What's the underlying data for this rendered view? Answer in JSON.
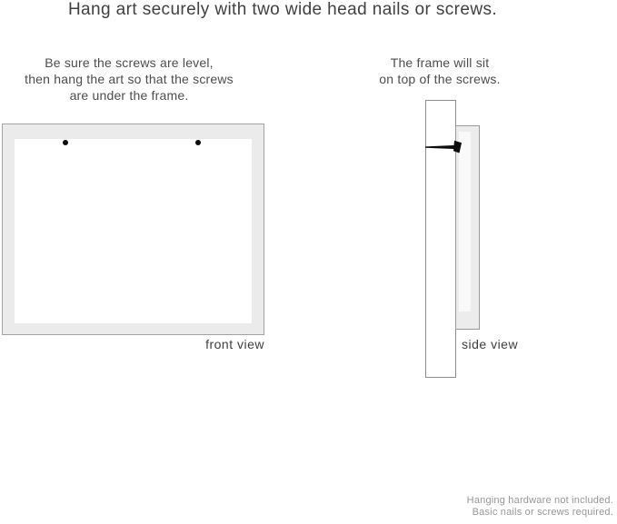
{
  "title": "Hang art securely with two wide head nails or screws.",
  "front_section": {
    "instruction_lines": [
      "Be sure the screws are level,",
      "then hang the art so that the screws",
      "are under the frame."
    ],
    "view_label": "front view"
  },
  "side_section": {
    "instruction_lines": [
      "The frame will sit",
      "on top of the screws."
    ],
    "view_label": "side view"
  },
  "footnote_lines": [
    "Hanging hardware not included.",
    "Basic nails or screws required."
  ],
  "diagram": {
    "front_view": {
      "nail_count": 2,
      "nail_dot_color": "#0d0d0d",
      "frame_fill": "#ebebeb",
      "art_fill": "#ffffff"
    },
    "side_view": {
      "wall_fill": "#ffffff",
      "frame_fill": "#ececec",
      "nail_color": "#0d0d0d"
    }
  },
  "colors": {
    "background": "#ffffff",
    "text_dark": "#414141",
    "text_body": "#4d4d4d",
    "text_muted": "#979797",
    "frame_border": "#a3a3a3"
  }
}
